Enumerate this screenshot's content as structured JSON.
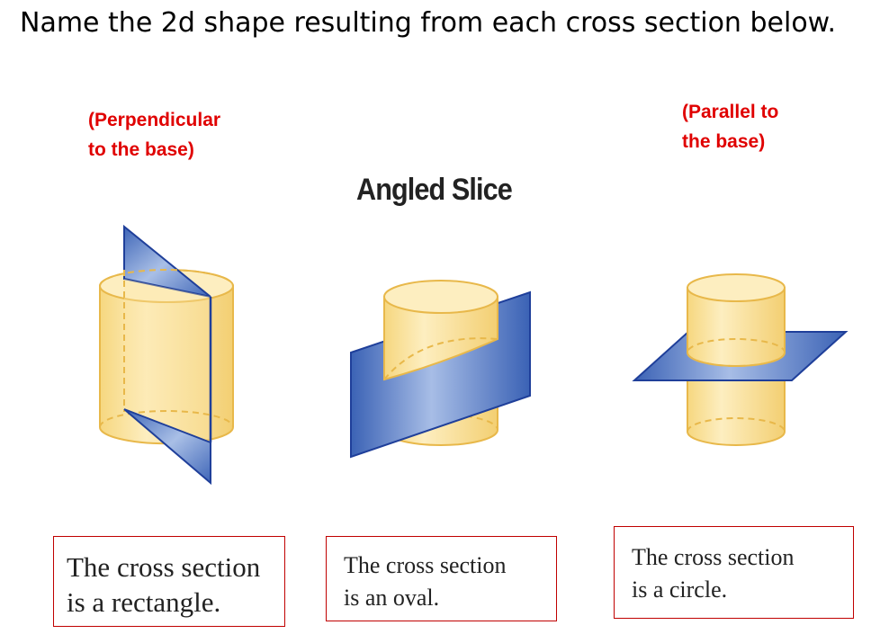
{
  "title": "Name the 2d shape resulting from each cross section below.",
  "notes": {
    "perpendicular_line1": "(Perpendicular",
    "perpendicular_line2": "to the base)",
    "parallel_line1": "(Parallel to",
    "parallel_line2": "the base)"
  },
  "angled_heading": "Angled Slice",
  "captions": {
    "rectangle": {
      "line1": "The cross section",
      "line2": "is a rectangle."
    },
    "oval": {
      "line1": "The cross section",
      "line2": "is an oval."
    },
    "circle": {
      "line1": "The cross section",
      "line2": "is a circle."
    }
  },
  "colors": {
    "cylinder_fill": "#fbe4a6",
    "cylinder_edge": "#e8b84a",
    "plane_fill": "#4f78c4",
    "plane_edge": "#1f3f9a",
    "note_red": "#e00000",
    "caption_border": "#c00000"
  }
}
